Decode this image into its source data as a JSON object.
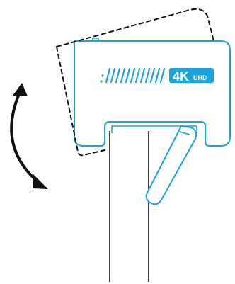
{
  "badge": {
    "main_label": "4K",
    "sub_label": "UHD"
  },
  "colors": {
    "accent": "#1aa3dd",
    "outline": "#111111",
    "background": "#ffffff"
  },
  "icons": {
    "rotation": "curved-double-arrow-icon",
    "tilt_outline": "dashed-tilt-outline"
  }
}
